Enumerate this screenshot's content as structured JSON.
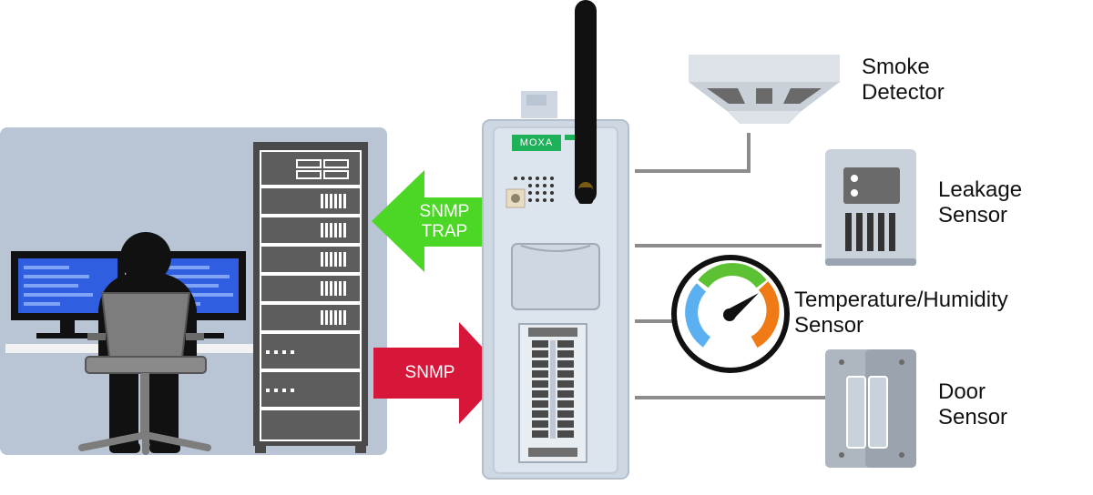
{
  "device": {
    "brand": "MOXA"
  },
  "arrows": {
    "trap": {
      "line1": "SNMP",
      "line2": "TRAP",
      "color": "#4cd626"
    },
    "snmp": {
      "label": "SNMP",
      "color": "#d6173a"
    }
  },
  "sensors": {
    "smoke": {
      "line1": "Smoke",
      "line2": "Detector"
    },
    "leakage": {
      "line1": "Leakage",
      "line2": "Sensor"
    },
    "temperature": {
      "line1": "Temperature/Humidity",
      "line2": "Sensor"
    },
    "door": {
      "line1": "Door",
      "line2": "Sensor"
    }
  },
  "colors": {
    "room_bg": "#b9c5d4",
    "device_body": "#cdd8e3",
    "screen": "#2f5fe0",
    "gauge_blue": "#5ab0f0",
    "gauge_green": "#5cc233",
    "gauge_orange": "#f07a16",
    "connector": "#8c8c8c"
  }
}
